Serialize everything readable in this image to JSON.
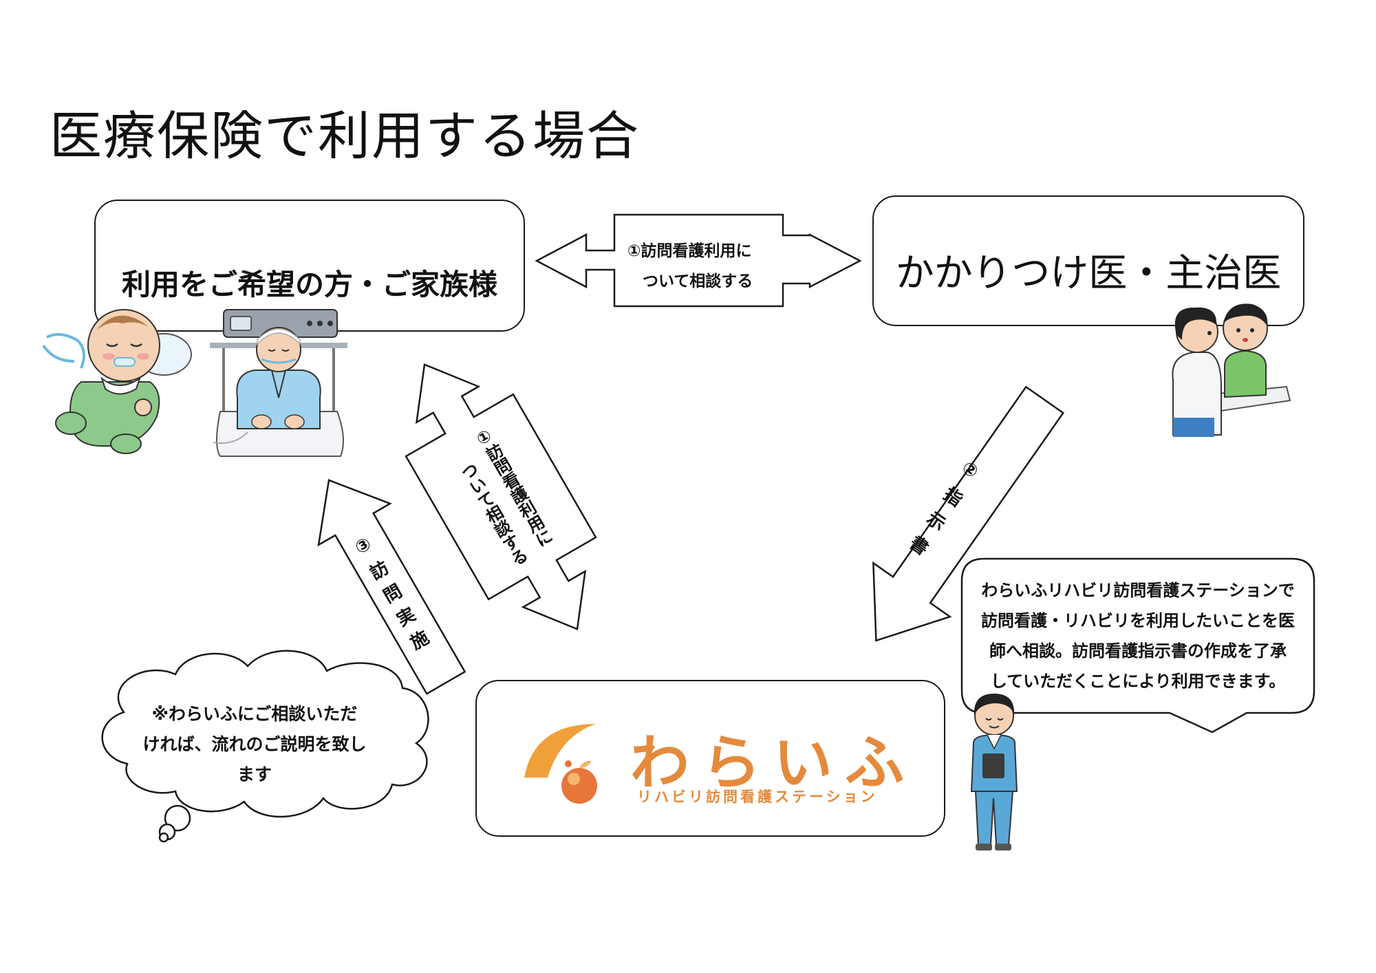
{
  "title": "医療保険で利用する場合",
  "patient_box": {
    "label": "利用をご希望の方・ご家族様"
  },
  "doctor_box": {
    "label": "かかりつけ医・主治医"
  },
  "arrow_top": {
    "line1": "①訪問看護利用に",
    "line2": "ついて相談する"
  },
  "arrow_consult": {
    "line1": "①訪問看護利用に",
    "line2": "ついて相談する"
  },
  "arrow_visit": {
    "label": "③ 訪 問 実 施"
  },
  "arrow_order": {
    "label": "② 指 示 書"
  },
  "speech": {
    "lines": [
      "わらいふリハビリ訪問看護ステーションで",
      "訪問看護・リハビリを利用したいことを医",
      "師へ相談。訪問看護指示書の作成を了承",
      "していただくことにより利用できます。"
    ]
  },
  "cloud": {
    "lines": [
      "※わらいふにご相談いただ",
      "ければ、流れのご説明を致し",
      "ます"
    ]
  },
  "logo": {
    "main": "わらいふ",
    "sub": "リハビリ訪問看護ステーション"
  },
  "colors": {
    "logo_orange": "#e48a3c",
    "logo_orange_light": "#f3b46a",
    "stroke": "#1a1a1a"
  },
  "icons": [
    "sleeping-baby-icon",
    "hospital-bed-patient-icon",
    "doctor-consultation-icon",
    "nurse-with-clipboard-icon",
    "sun-orange-logo-icon"
  ]
}
